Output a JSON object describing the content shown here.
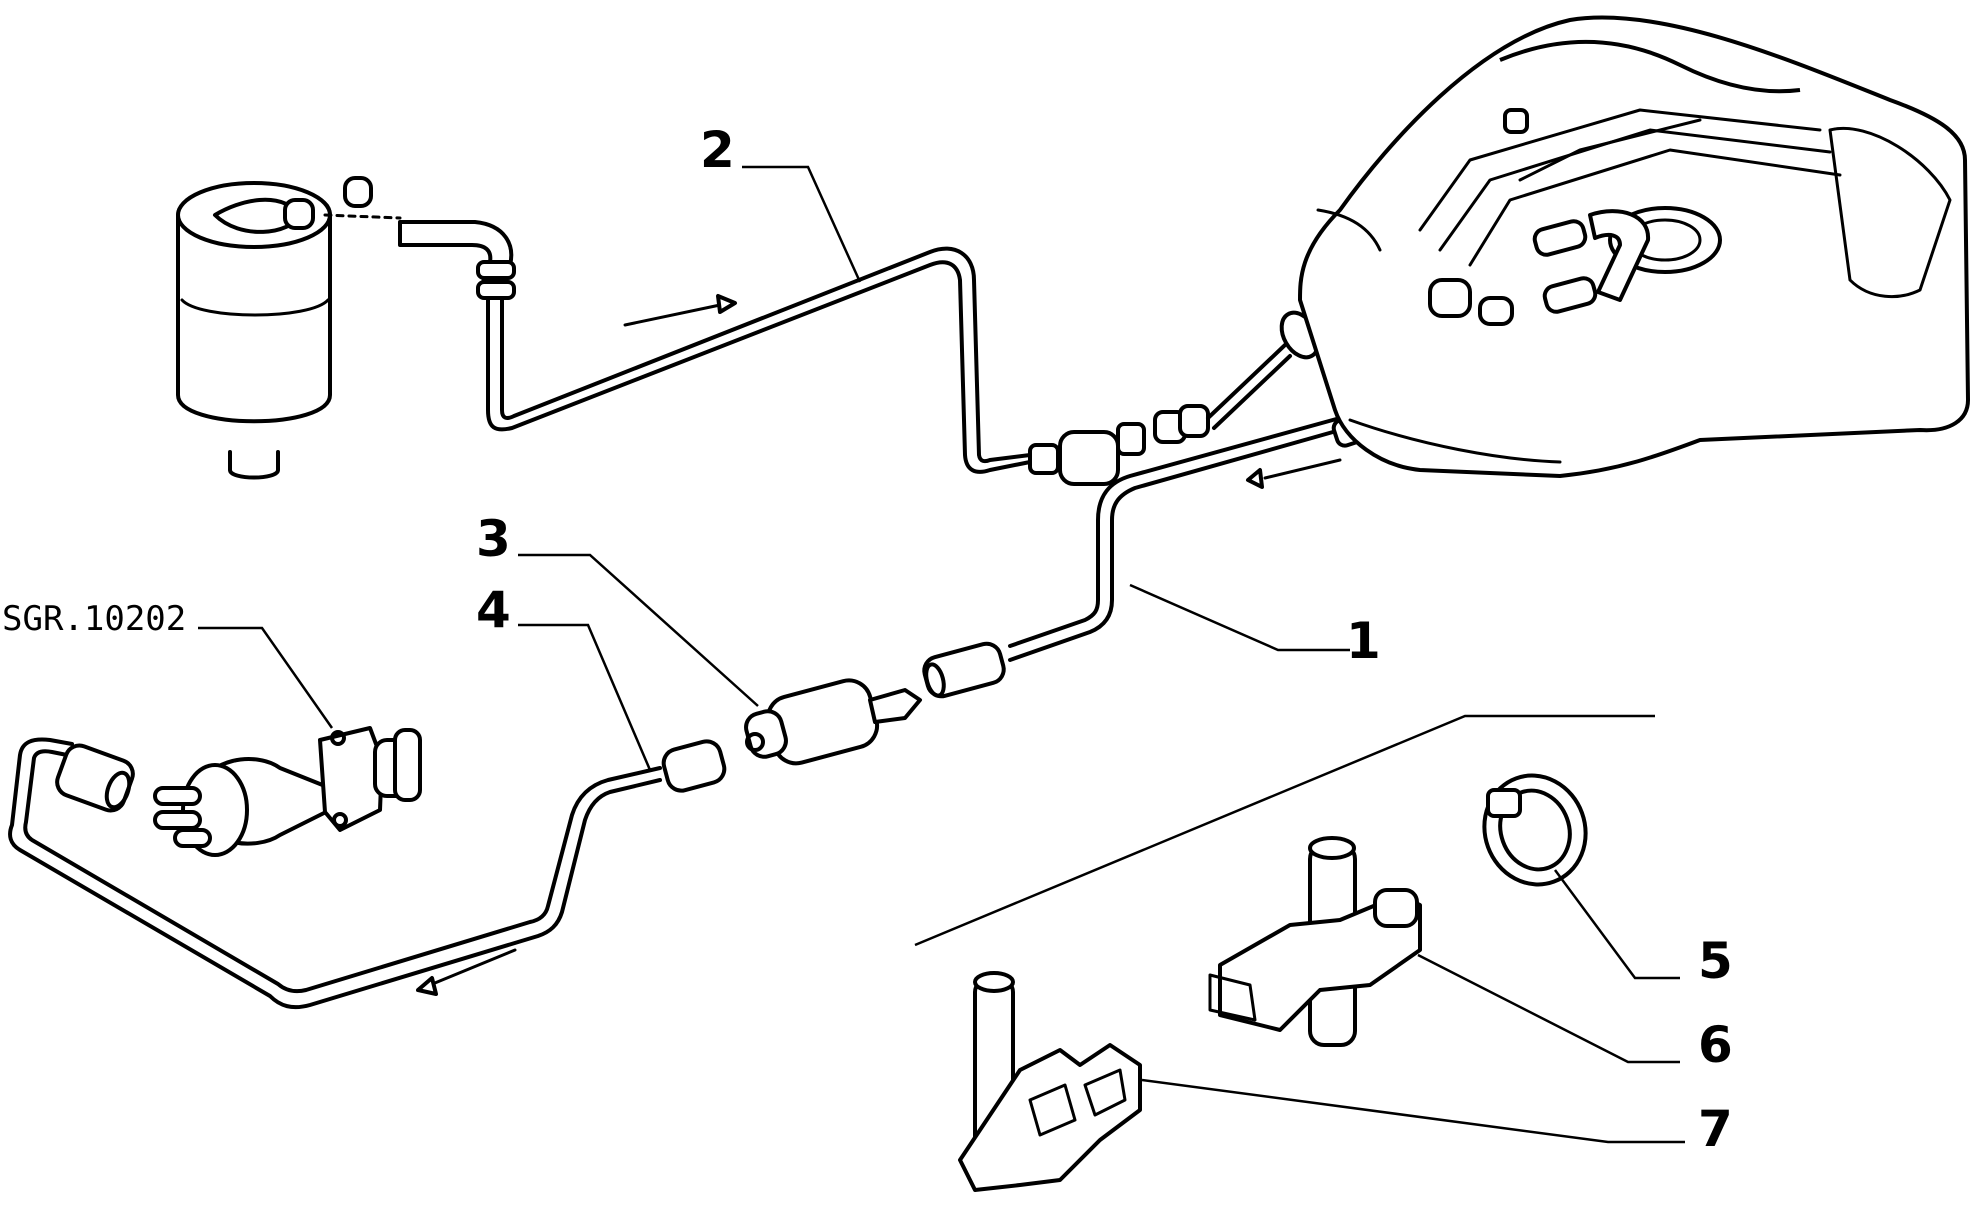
{
  "diagram": {
    "reference_label": "SGR.10202",
    "callouts": [
      {
        "id": "1",
        "label": "1"
      },
      {
        "id": "2",
        "label": "2"
      },
      {
        "id": "3",
        "label": "3"
      },
      {
        "id": "4",
        "label": "4"
      },
      {
        "id": "5",
        "label": "5"
      },
      {
        "id": "6",
        "label": "6"
      },
      {
        "id": "7",
        "label": "7"
      }
    ]
  }
}
